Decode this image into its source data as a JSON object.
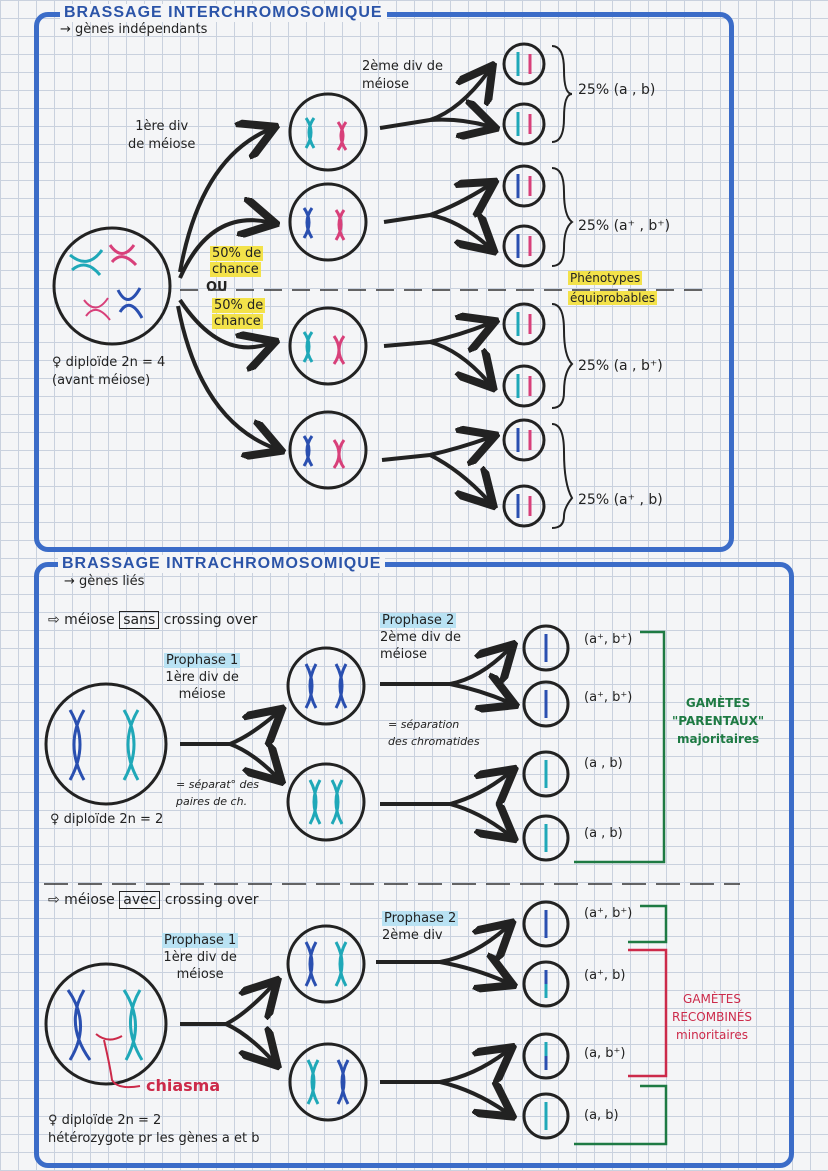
{
  "top": {
    "title": "BRASSAGE INTERCHROMOSOMIQUE",
    "subtitle": "→ gènes indépendants",
    "div1_line1": "1ère div",
    "div1_line2": "de méiose",
    "div2_line1": "2ème div de",
    "div2_line2": "méiose",
    "chance1_line1": "50% de",
    "chance1_line2": "chance",
    "ou": "OU",
    "chance2_line1": "50% de",
    "chance2_line2": "chance",
    "diploid_line1": "♀ diploïde 2n = 4",
    "diploid_line2": "(avant méiose)",
    "pheno_line1": "Phénotypes",
    "pheno_line2": "équiprobables",
    "results": [
      "25% (a , b)",
      "25% (a⁺ , b⁺)",
      "25% (a , b⁺)",
      "25% (a⁺ , b)"
    ]
  },
  "bottom": {
    "title": "BRASSAGE INTRACHROMOSOMIQUE",
    "subtitle": "→ gènes liés",
    "sans": {
      "label_pre": "⇨ méiose",
      "label_box": "sans",
      "label_post": "crossing over",
      "prophase1": "Prophase 1",
      "div1_line1": "1ère div de",
      "div1_line2": "méiose",
      "prophase2": "Prophase 2",
      "div2_line1": "2ème div de",
      "div2_line2": "méiose",
      "sep_chrom_line1": "= séparation",
      "sep_chrom_line2": "des chromatides",
      "sep_pairs_line1": "= séparat° des",
      "sep_pairs_line2": "paires de ch.",
      "diploid": "♀ diploïde 2n = 2",
      "gametes": [
        "(a⁺, b⁺)",
        "(a⁺, b⁺)",
        "(a , b)",
        "(a , b)"
      ],
      "bracket_line1": "GAMÈTES",
      "bracket_line2": "\"PARENTAUX\"",
      "bracket_line3": "majoritaires"
    },
    "avec": {
      "label_pre": "⇨ méiose",
      "label_box": "avec",
      "label_post": "crossing over",
      "prophase1": "Prophase 1",
      "div1_line1": "1ère div de",
      "div1_line2": "méiose",
      "prophase2": "Prophase 2",
      "div2": "2ème div",
      "chiasma": "chiasma",
      "diploid_line1": "♀ diploïde 2n = 2",
      "diploid_line2": "hétérozygote pr les gènes a et b",
      "gametes": [
        "(a⁺, b⁺)",
        "(a⁺, b)",
        "(a, b⁺)",
        "(a, b)"
      ],
      "bracket_line1": "GAMÈTES",
      "bracket_line2": "RECOMBINÉS",
      "bracket_line3": "minoritaires"
    }
  },
  "colors": {
    "frame": "#3b6cc8",
    "title": "#2b54a8",
    "highlight_yellow": "#f3e24a",
    "highlight_blue": "#b9e2f3",
    "parental": "#1e7a43",
    "recombinant": "#cc2a4a",
    "chrom_teal": "#1fa8b8",
    "chrom_blue": "#2a4fb0",
    "chrom_pink": "#d8407a"
  }
}
